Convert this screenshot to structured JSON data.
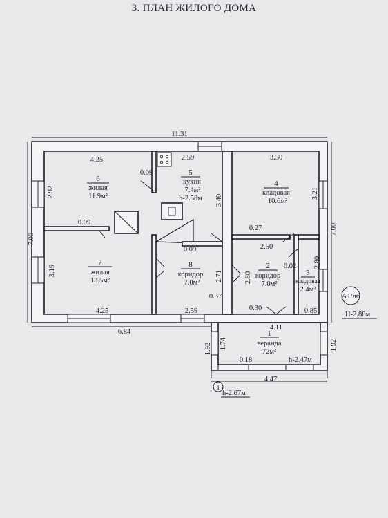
{
  "title": "3. ПЛАН ЖИЛОГО ДОМА",
  "rooms": [
    {
      "num": "6",
      "name": "жилая",
      "area": "11.9м²"
    },
    {
      "num": "5",
      "name": "кухня",
      "area": "7.4м²",
      "height": "h-2.58м"
    },
    {
      "num": "4",
      "name": "кладовая",
      "area": "10.6м²"
    },
    {
      "num": "7",
      "name": "жилая",
      "area": "13.5м²"
    },
    {
      "num": "8",
      "name": "коридор",
      "area": "7.0м²"
    },
    {
      "num": "2",
      "name": "коридор",
      "area": "7.0м²"
    },
    {
      "num": "3",
      "name": "кладовая",
      "area": "2.4м²"
    },
    {
      "num": "1",
      "name": "веранда",
      "area": "72м²",
      "height": "h-2.47м"
    }
  ],
  "dimensions": {
    "overall_width": "11.31",
    "overall_height_left": "7.00",
    "overall_height_right": "7.00",
    "bottom_left_width": "6.84",
    "veranda_width": "4.47",
    "veranda_inner": "4.11",
    "veranda_side_left_outer": "1.92",
    "veranda_side_left_inner": "1.74",
    "veranda_side_right": "1.92",
    "veranda_step": "0.18",
    "r6_width": "4.25",
    "r6_height": "2.92",
    "r7_width": "4.25",
    "r7_height": "3.19",
    "kitchen_width": "2.59",
    "kitchen_height": "3.40",
    "corr8_width": "2.59",
    "corr8_height": "2.71",
    "r4_width": "3.30",
    "r4_height": "3.21",
    "corr2_width": "2.50",
    "corr2_height": "2.80",
    "r3_height": "2.80",
    "r3_width": "0.85",
    "t_009_a": "0.09",
    "t_009_b": "0.09",
    "t_009_c": "0.09",
    "t_027": "0.27",
    "t_002": "0.02",
    "t_037": "0.37",
    "t_030": "0.30"
  },
  "markers": {
    "section_mark": "А1/лб",
    "house_height": "Н-2.88м",
    "point_one": "1",
    "point_one_height": "h-2.67м"
  }
}
